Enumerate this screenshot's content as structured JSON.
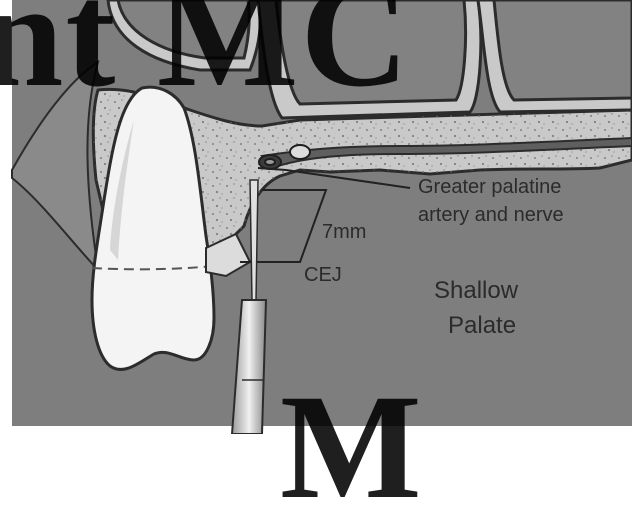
{
  "labels": {
    "vessel_line1": "Greater palatine",
    "vessel_line2": "artery and nerve",
    "depth": "7mm",
    "cej": "CEJ",
    "palate_line1": "Shallow",
    "palate_line2": "Palate"
  },
  "watermark": {
    "top": "nt MC",
    "bottom": "M"
  },
  "colors": {
    "background_panel": "#7e7e7e",
    "bone": "#c9c9c9",
    "tooth": "#f4f4f4",
    "outline": "#2c2c2c",
    "watermark": "#111111"
  }
}
